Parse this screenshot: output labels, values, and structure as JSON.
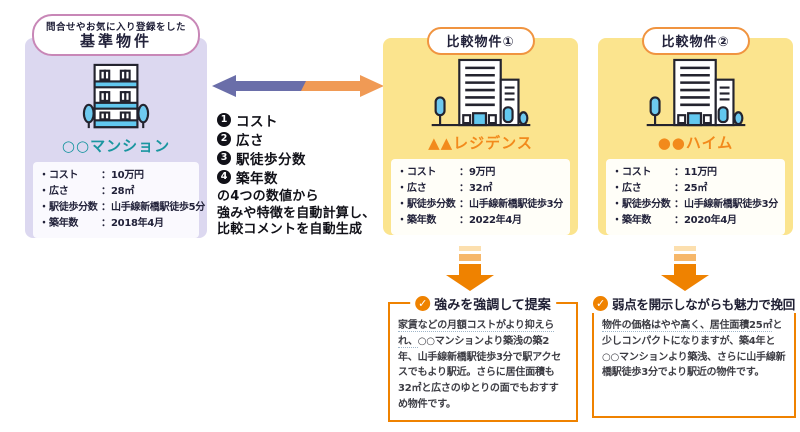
{
  "ui": {
    "bullet": "・",
    "colon": "：",
    "check_icon": "✓"
  },
  "colors": {
    "base_card_bg": "#dcd8f0",
    "base_badge_border": "#c887b7",
    "base_name": "#1a96a0",
    "compare_card_bg": "#fbe48e",
    "compare_accent": "#f09440",
    "compare_name": "#f28a1c",
    "arrow_purple": "#6a6ea9",
    "arrow_orange": "#f09a55",
    "result_accent": "#ef8200",
    "icon_blue": "#62c8ef"
  },
  "base_card": {
    "badge_line1": "問合せやお気に入り登録をした",
    "badge_line2": "基準物件",
    "name": "○○マンション",
    "details": [
      {
        "label": "コスト",
        "value": "10万円"
      },
      {
        "label": "広さ",
        "value": "28㎡"
      },
      {
        "label": "駅徒歩分数",
        "value": "山手線新橋駅徒歩5分"
      },
      {
        "label": "築年数",
        "value": "2018年4月"
      }
    ]
  },
  "factors": {
    "items": [
      {
        "num": "1",
        "label": "コスト"
      },
      {
        "num": "2",
        "label": "広さ"
      },
      {
        "num": "3",
        "label": "駅徒歩分数"
      },
      {
        "num": "4",
        "label": "築年数"
      }
    ],
    "note": "の4つの数値から\n強みや特徴を自動計算し、\n比較コメントを自動生成"
  },
  "compare_cards": [
    {
      "badge": "比較物件①",
      "name": "▲▲レジデンス",
      "details": [
        {
          "label": "コスト",
          "value": "9万円"
        },
        {
          "label": "広さ",
          "value": "32㎡"
        },
        {
          "label": "駅徒歩分数",
          "value": "山手線新橋駅徒歩3分"
        },
        {
          "label": "築年数",
          "value": "2022年4月"
        }
      ],
      "result": {
        "title": "強みを強調して提案",
        "highlight": "家賃などの月額コストがより抑えられ、",
        "body": "○○マンションより築浅の築2年、山手線新橋駅徒歩3分で駅アクセスでもより駅近。さらに居住面積も32㎡と広さのゆとりの面でもおすすめ物件です。"
      }
    },
    {
      "badge": "比較物件②",
      "name": "●●ハイム",
      "details": [
        {
          "label": "コスト",
          "value": "11万円"
        },
        {
          "label": "広さ",
          "value": "25㎡"
        },
        {
          "label": "駅徒歩分数",
          "value": "山手線新橋駅徒歩3分"
        },
        {
          "label": "築年数",
          "value": "2020年4月"
        }
      ],
      "result": {
        "title": "弱点を開示しながらも魅力で挽回",
        "highlight": "物件の価格はやや高く、居住面積25㎡",
        "body": "と少しコンパクトになりますが、築4年と○○マンションより築浅、さらに山手線新橋駅徒歩3分でより駅近の物件です。"
      }
    }
  ]
}
